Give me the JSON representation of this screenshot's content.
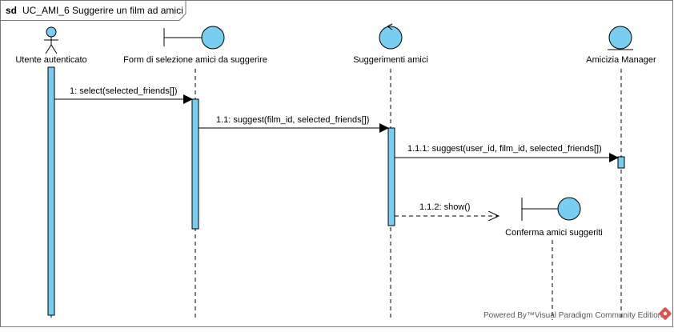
{
  "frame": {
    "keyword": "sd",
    "title": "UC_AMI_6 Suggerire un film ad amici"
  },
  "lifelines": [
    {
      "id": "user",
      "type": "actor",
      "name": "Utente autenticato"
    },
    {
      "id": "form",
      "type": "boundary",
      "name": "Form di selezione amici da suggerire"
    },
    {
      "id": "ctrl",
      "type": "control",
      "name": "Suggerimenti amici"
    },
    {
      "id": "mgr",
      "type": "entity",
      "name": "Amicizia Manager"
    },
    {
      "id": "conf",
      "type": "boundary",
      "name": "Conferma amici suggeriti"
    }
  ],
  "messages": [
    {
      "number": "1",
      "label": "1: select(selected_friends[])",
      "from": "user",
      "to": "form",
      "kind": "sync"
    },
    {
      "number": "1.1",
      "label": "1.1: suggest(film_id, selected_friends[])",
      "from": "form",
      "to": "ctrl",
      "kind": "sync"
    },
    {
      "number": "1.1.1",
      "label": "1.1.1: suggest(user_id, film_id, selected_friends[])",
      "from": "ctrl",
      "to": "mgr",
      "kind": "sync"
    },
    {
      "number": "1.1.2",
      "label": "1.1.2: show()",
      "from": "ctrl",
      "to": "conf",
      "kind": "create"
    }
  ],
  "watermark": "Powered By™Visual Paradigm Community Edition",
  "colors": {
    "fill": "#79cdf1",
    "stroke": "#000000",
    "frame_border": "#7a7a7a",
    "watermark_icon": "#d9534f"
  }
}
